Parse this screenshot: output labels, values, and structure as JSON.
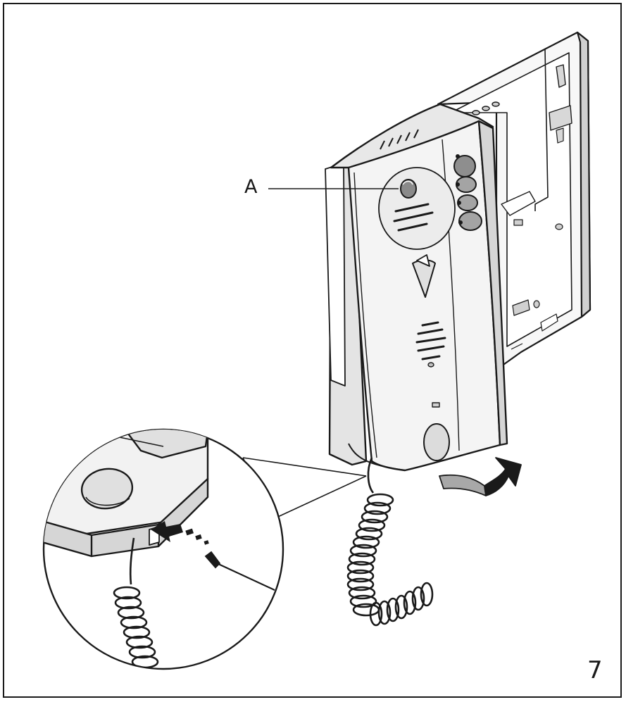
{
  "figure": {
    "callout_label": "A",
    "page_number": "7"
  },
  "colors": {
    "ink": "#1a1a1a",
    "body_fill": "#f2f2f2",
    "shade_fill": "#c8c8c8",
    "button_fill": "#9a9a9a",
    "arrow_fill": "#a8a8a8"
  },
  "icons": [
    "wall-bracket",
    "intercom-handset",
    "curly-cord",
    "screwdriver",
    "push-arrow",
    "rotate-arrow"
  ]
}
